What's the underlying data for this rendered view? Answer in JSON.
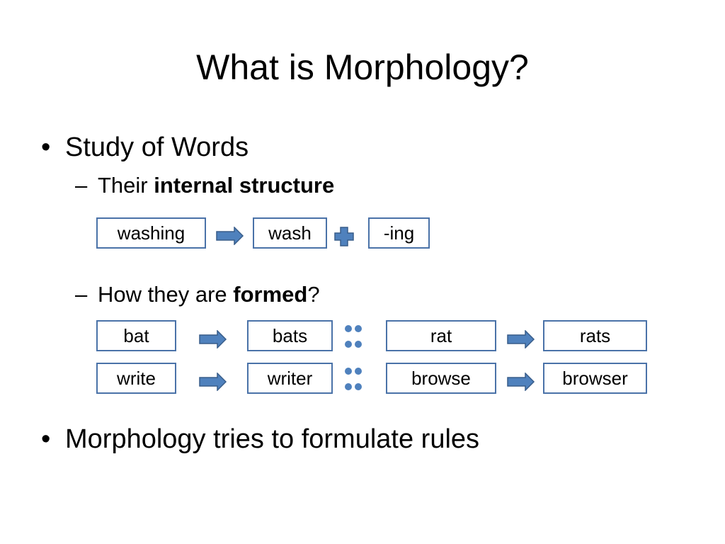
{
  "slide": {
    "title": "What is Morphology?",
    "bullet_mark": "•",
    "dash_mark": "–",
    "bullets": [
      {
        "text": "Study of Words",
        "subs": [
          {
            "prefix": "Their ",
            "bold": "internal structure",
            "suffix": ""
          },
          {
            "prefix": "How they are ",
            "bold": "formed",
            "suffix": "?"
          }
        ]
      },
      {
        "text": "Morphology tries to formulate rules"
      }
    ]
  },
  "diagrams": {
    "structure": {
      "word": "washing",
      "stem": "wash",
      "affix": "-ing"
    },
    "formation": {
      "row1": [
        "bat",
        "bats",
        "rat",
        "rats"
      ],
      "row2": [
        "write",
        "writer",
        "browse",
        "browser"
      ]
    }
  },
  "colors": {
    "box_border": "#4a72a8",
    "arrow_fill": "#4f81bd",
    "arrow_stroke": "#385d8a"
  }
}
